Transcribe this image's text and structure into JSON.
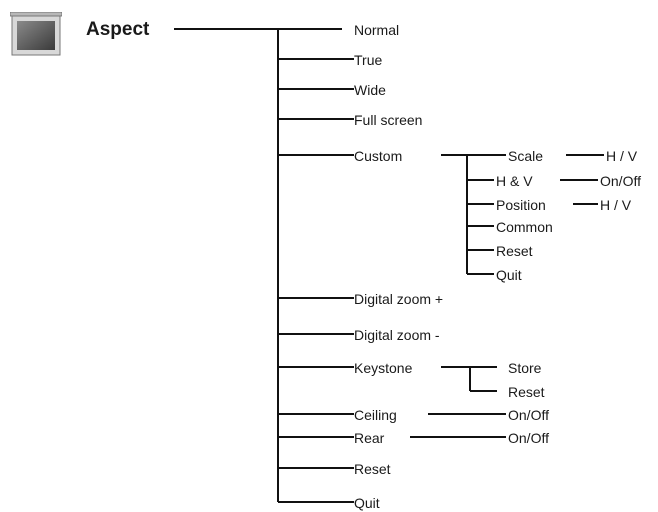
{
  "title": "Aspect",
  "icon": "projector-screen-icon",
  "colors": {
    "line": "#111111",
    "text": "#1a1a1a"
  },
  "level1": {
    "normal": "Normal",
    "true": "True",
    "wide": "Wide",
    "full_screen": "Full screen",
    "custom": "Custom",
    "digital_zoom_plus": "Digital zoom +",
    "digital_zoom_minus": "Digital zoom -",
    "keystone": "Keystone",
    "ceiling": "Ceiling",
    "rear": "Rear",
    "reset": "Reset",
    "quit": "Quit"
  },
  "custom_sub": {
    "scale": "Scale",
    "h_and_v": "H & V",
    "position": "Position",
    "common": "Common",
    "reset": "Reset",
    "quit": "Quit"
  },
  "custom_values": {
    "scale": "H / V",
    "h_and_v": "On/Off",
    "position": "H / V"
  },
  "keystone_sub": {
    "store": "Store",
    "reset": "Reset"
  },
  "ceiling_value": "On/Off",
  "rear_value": "On/Off"
}
